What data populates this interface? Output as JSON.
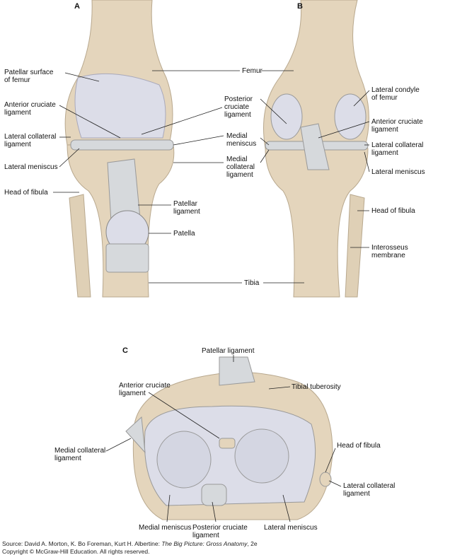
{
  "panels": {
    "a": "A",
    "b": "B",
    "c": "C"
  },
  "panel_a": {
    "patellar_surface": "Patellar surface\nof femur",
    "acl": "Anterior cruciate\nligament",
    "lcl": "Lateral collateral\nligament",
    "lateral_meniscus": "Lateral meniscus",
    "head_fibula": "Head of fibula",
    "femur": "Femur",
    "pcl": "Posterior\ncruciate\nligament",
    "medial_meniscus": "Medial\nmeniscus",
    "mcl": "Medial\ncollateral\nligament",
    "patellar_ligament": "Patellar\nligament",
    "patella": "Patella",
    "tibia": "Tibia"
  },
  "panel_b": {
    "lateral_condyle": "Lateral condyle\nof femur",
    "acl": "Anterior cruciate\nligament",
    "lcl": "Lateral collateral\nligament",
    "lateral_meniscus": "Lateral meniscus",
    "head_fibula": "Head of fibula",
    "interosseus": "Interosseus\nmembrane"
  },
  "panel_c": {
    "patellar_ligament": "Patellar ligament",
    "tibial_tuberosity": "Tibial tuberosity",
    "acl": "Anterior cruciate\nligament",
    "mcl": "Medial collateral\nligament",
    "head_fibula": "Head of fibula",
    "lcl": "Lateral collateral\nligament",
    "medial_meniscus": "Medial meniscus",
    "pcl": "Posterior cruciate\nligament",
    "lateral_meniscus": "Lateral meniscus"
  },
  "footer": {
    "source_prefix": "Source: David A. Morton, K. Bo Foreman, Kurt H. Albertine: ",
    "source_title": "The Big Picture: Gross Anatomy",
    "source_suffix": ", 2e",
    "copyright": "Copyright © McGraw-Hill Education. All rights reserved."
  },
  "colors": {
    "bone": "#e4d5bc",
    "cartilage": "#dcdde8",
    "ligament": "#d6d9dc"
  }
}
